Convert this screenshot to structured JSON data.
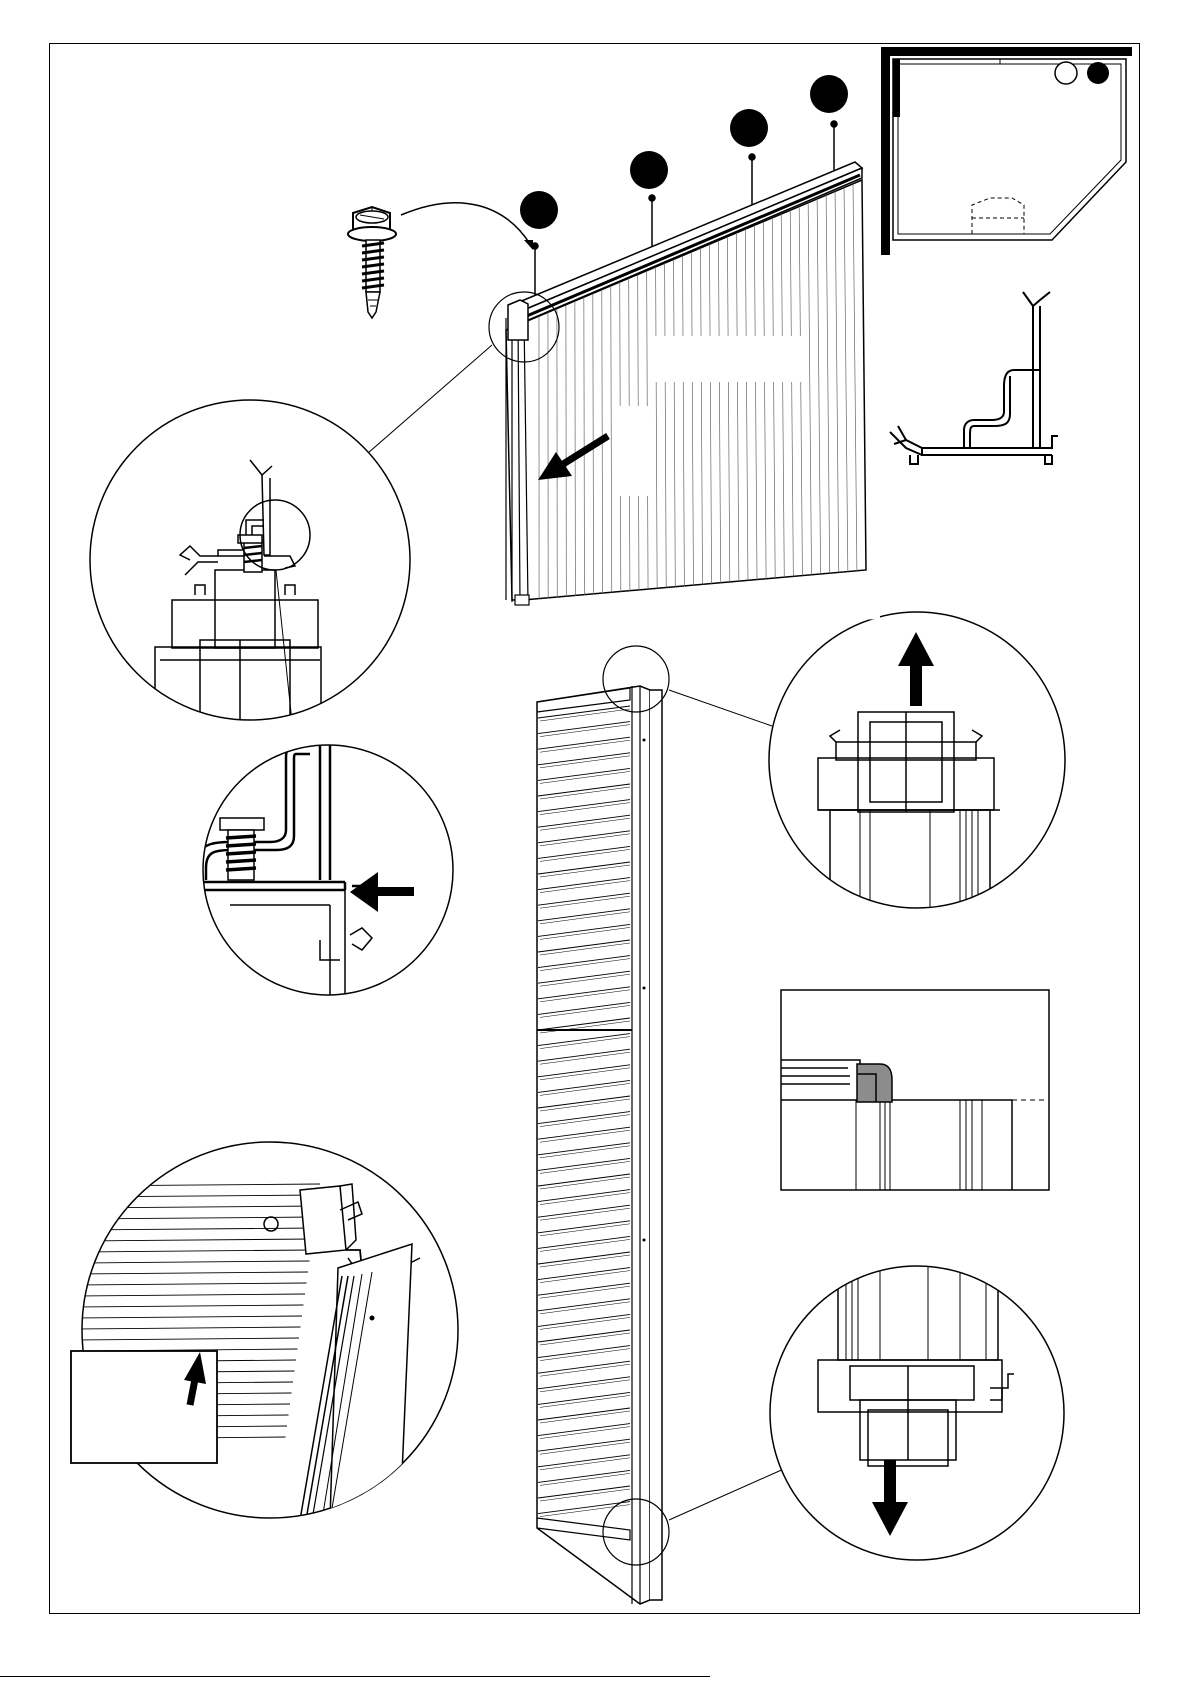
{
  "colors": {
    "ink": "#000000",
    "paper": "#ffffff",
    "shade": "#8c8c8c",
    "hatch": "#4a4a4a"
  },
  "steps": {
    "screw_markers": 4,
    "panel_slats_horizontal": 52,
    "panel_ribs_diagonal": 36
  },
  "icons": [
    "self-tapping-screw-icon",
    "arrow-left-icon",
    "arrow-up-icon",
    "arrow-down-icon",
    "arrow-right-icon",
    "floor-plan-icon",
    "corner-profile-icon"
  ]
}
